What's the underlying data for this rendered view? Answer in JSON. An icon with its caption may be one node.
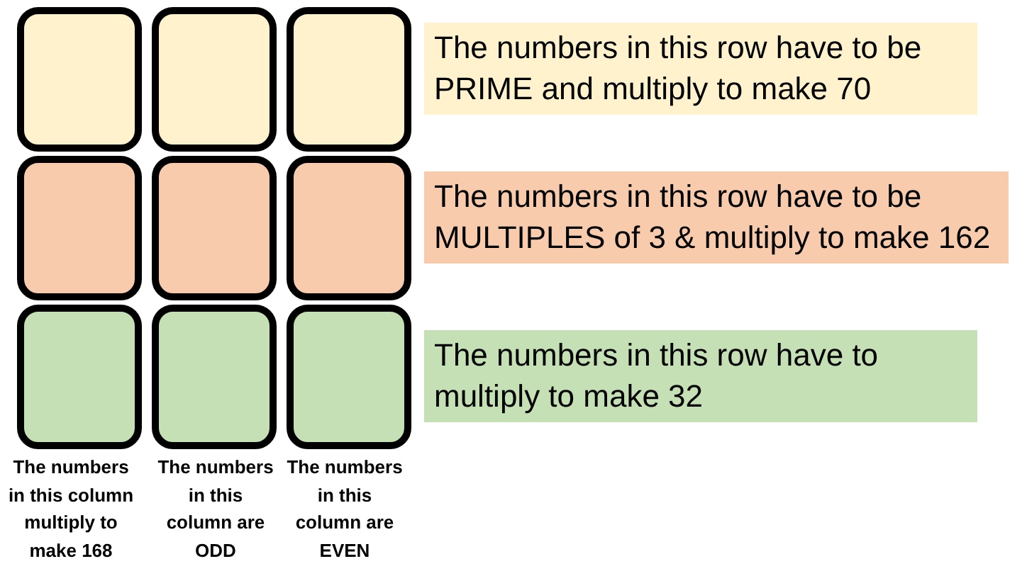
{
  "diagram": {
    "nodes": [
      {
        "text": [],
        "shape": "box"
      },
      {
        "text": [],
        "shape": "box"
      },
      {
        "text": [],
        "shape": "box"
      },
      {
        "text": [
          "The numbers in this row have to be PRIME and multiply to make 70"
        ]
      },
      {
        "text": [],
        "shape": "box"
      },
      {
        "text": [],
        "shape": "box"
      },
      {
        "text": [],
        "shape": "box"
      },
      {
        "text": [
          "The numbers in this row have to be MULTIPLES of 3 & multiply to make 162"
        ]
      },
      {
        "text": [],
        "shape": "box"
      },
      {
        "text": [],
        "shape": "box"
      },
      {
        "text": [],
        "shape": "box"
      },
      {
        "text": [
          "The numbers in this row have to multiply to make 32"
        ]
      }
    ],
    "labels": [
      "The numbers in this column multiply to make 168",
      "The numbers in this column are ODD",
      "The numbers in this column are EVEN"
    ]
  }
}
